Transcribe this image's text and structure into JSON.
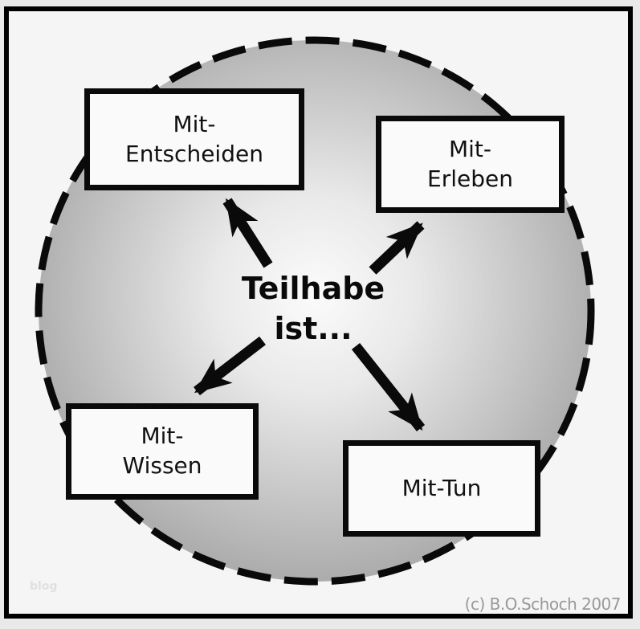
{
  "colors": {
    "frame_border": "#000000",
    "box_border": "#0a0a0a",
    "box_background": "#fafafa",
    "circle_center": "#fbfbfb",
    "circle_edge_gray": "#adadad",
    "arrow_black": "#0a0a0a",
    "copyright_gray": "#999999",
    "page_background": "#e9e9e9",
    "frame_background": "#f5f5f5"
  },
  "diagram": {
    "center_title": {
      "line1": "Teilhabe",
      "line2": "ist..."
    },
    "nodes": [
      {
        "name": "mit-entscheiden",
        "lines": [
          "Mit-",
          "Entscheiden"
        ]
      },
      {
        "name": "mit-erleben",
        "lines": [
          "Mit-",
          "Erleben"
        ]
      },
      {
        "name": "mit-wissen",
        "lines": [
          "Mit-",
          "Wissen"
        ]
      },
      {
        "name": "mit-tun",
        "lines": [
          "Mit-Tun"
        ]
      }
    ],
    "arrows": [
      "center-to-mit-entscheiden",
      "center-to-mit-erleben",
      "center-to-mit-wissen",
      "center-to-mit-tun"
    ],
    "circle_style": "dashed"
  },
  "footer": {
    "copyright": "(c) B.O.Schoch 2007",
    "watermark": "blog"
  }
}
